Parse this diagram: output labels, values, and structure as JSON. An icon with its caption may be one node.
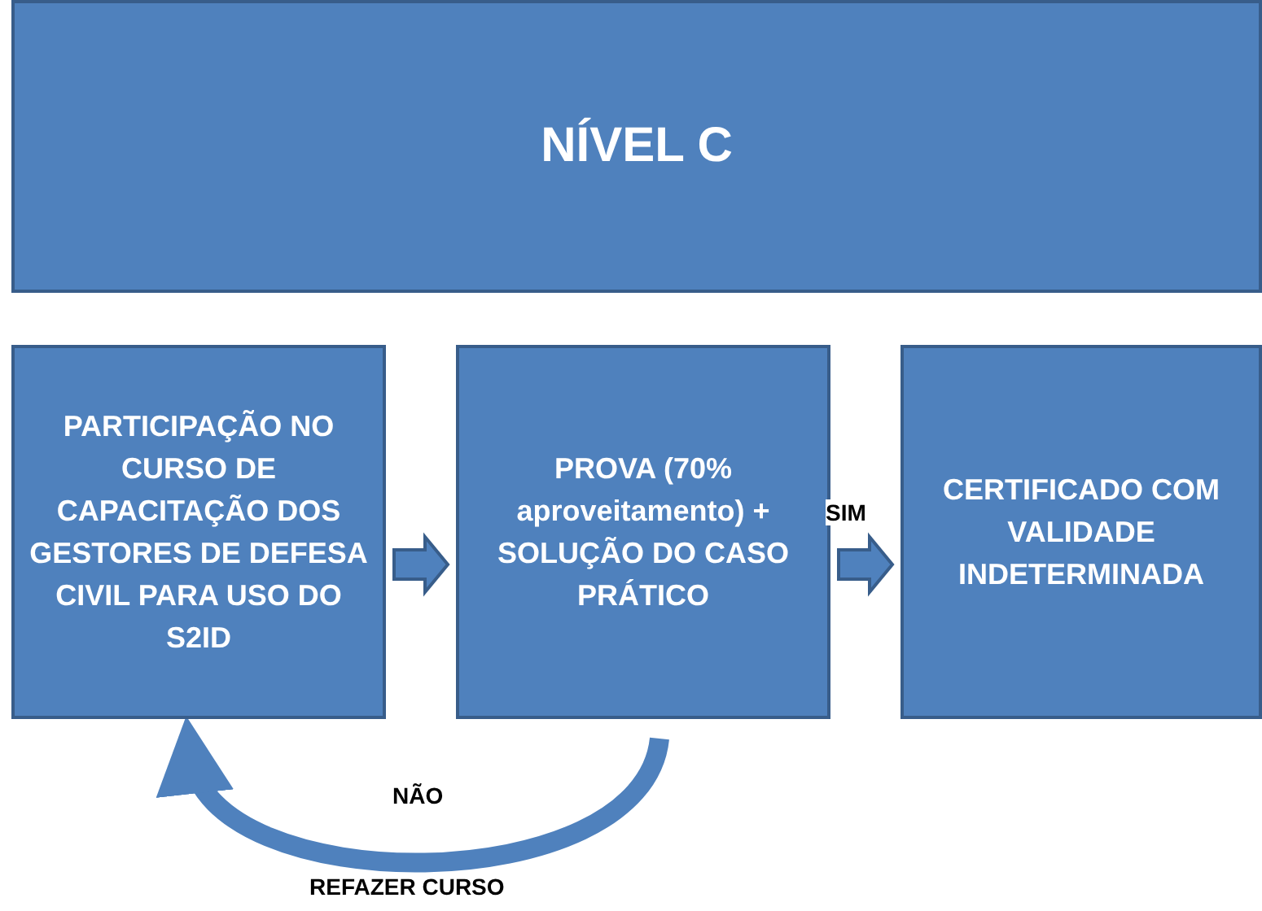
{
  "diagram": {
    "nodes": [
      {
        "text": [
          "NÍVEL C"
        ]
      },
      {
        "text": [
          "PARTICIPAÇÃO NO CURSO DE CAPACITAÇÃO DOS GESTORES DE DEFESA CIVIL PARA USO DO S2ID"
        ]
      },
      {
        "text": [
          "PROVA (70% aproveitamento) + SOLUÇÃO DO CASO PRÁTICO"
        ]
      },
      {
        "text": [
          "CERTIFICADO COM VALIDADE INDETERMINADA"
        ]
      }
    ],
    "edges": [
      {
        "from": 1,
        "to": 2,
        "arrow": "to"
      },
      {
        "from": 2,
        "to": 3,
        "arrow": "to",
        "label": "SIM"
      },
      {
        "from": 2,
        "to": 1,
        "arrow": "to",
        "label": "NÃO"
      }
    ],
    "labels": [
      "REFAZER CURSO"
    ]
  }
}
